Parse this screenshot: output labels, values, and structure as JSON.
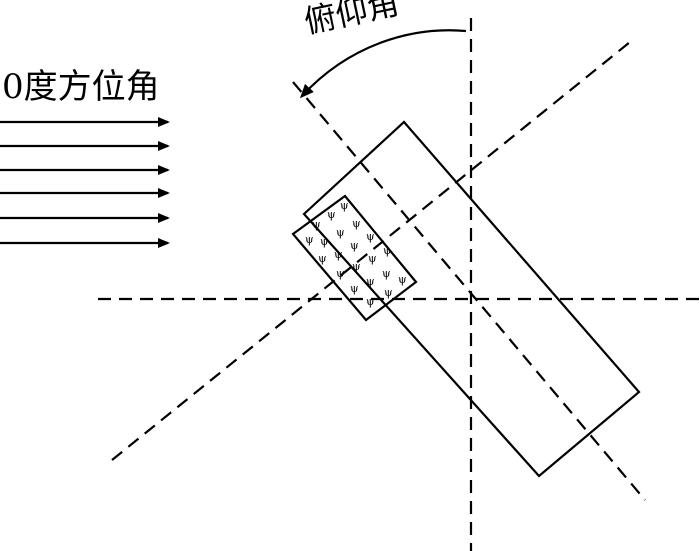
{
  "labels": {
    "azimuth": "0度方位角",
    "elevation": "俯仰角"
  },
  "symbols": {
    "vegetation": "ψ"
  },
  "colors": {
    "ink": "#000000",
    "background": "#ffffff"
  },
  "icons": {
    "wind_arrows": "right-arrow-icon",
    "rotation_arrow": "curved-arrow-icon"
  }
}
